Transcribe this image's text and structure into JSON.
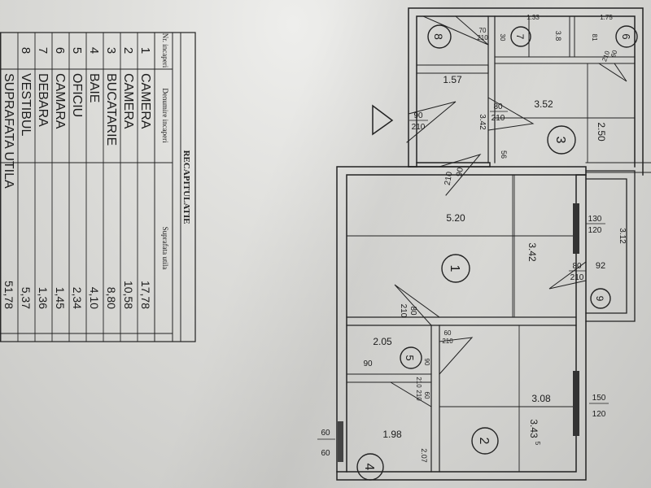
{
  "table": {
    "title": "RECAPITULATIE",
    "headers": {
      "nr": "Nr. incaperi",
      "name": "Denumire incaperi",
      "area": "Suprafata utila"
    },
    "rows": [
      {
        "nr": "1",
        "name": "CAMERA",
        "area": "17,78"
      },
      {
        "nr": "2",
        "name": "CAMERA",
        "area": "10,58"
      },
      {
        "nr": "3",
        "name": "BUCATARIE",
        "area": "8,80"
      },
      {
        "nr": "4",
        "name": "BAIE",
        "area": "4,10"
      },
      {
        "nr": "5",
        "name": "OFICIU",
        "area": "2,34"
      },
      {
        "nr": "6",
        "name": "CAMARA",
        "area": "1,45"
      },
      {
        "nr": "7",
        "name": "DEBARA",
        "area": "1,36"
      },
      {
        "nr": "8",
        "name": "VESTIBUL",
        "area": "5,37"
      }
    ],
    "total": {
      "name": "SUPRAFATA UTILA",
      "area": "51,78"
    }
  },
  "plan": {
    "rooms": [
      "1",
      "2",
      "3",
      "4",
      "5",
      "6",
      "7",
      "8",
      "9"
    ],
    "dimensions": {
      "room1_length": "5.20",
      "room1_width": "3.42",
      "room2_length": "3.08",
      "room2_width": "3.43",
      "room2_sup": "5",
      "kitchen_length": "3.52",
      "kitchen_width": "2.50",
      "hall_length": "1.57",
      "hall_width": "3.42",
      "office_length": "2.05",
      "bath_length": "1.98",
      "bath_width": "2.07",
      "balcony_length": "3.12",
      "top_dim_a": "1.33",
      "top_dim_b": "1.75",
      "small_a": "3.8",
      "small_b": "56",
      "small_c": "92",
      "small_d": "30",
      "small_e": "81"
    },
    "doors": {
      "entry_w": "90",
      "entry_h": "210",
      "hall_w": "80",
      "hall_h": "210",
      "room1_w": "90",
      "room1_h": "210",
      "room_mid_w": "80",
      "room_mid_h": "210",
      "office_w": "90",
      "office_h": "210",
      "office2_w": "60",
      "office2_h": "210",
      "bath_w": "60",
      "bath_h": "210",
      "bal_w": "80",
      "bal_h": "210",
      "top_w": "70",
      "top_h": "210",
      "top2_w": "60",
      "top2_h": "210",
      "office_door_w": "90"
    },
    "windows": {
      "w1_w": "130",
      "w1_h": "120",
      "w2_w": "150",
      "w2_h": "120",
      "w3_w": "60",
      "w3_h": "60"
    }
  }
}
